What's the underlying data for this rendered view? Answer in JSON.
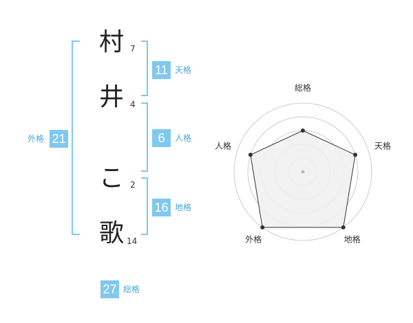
{
  "name_chars": [
    {
      "char": "村",
      "strokes": "7"
    },
    {
      "char": "井",
      "strokes": "4"
    },
    {
      "char": "こ",
      "strokes": "2"
    },
    {
      "char": "歌",
      "strokes": "14"
    }
  ],
  "fortunes": {
    "tenkaku": {
      "label": "天格",
      "value": "11"
    },
    "jinkaku": {
      "label": "人格",
      "value": "6"
    },
    "chikaku": {
      "label": "地格",
      "value": "16"
    },
    "gaikaku": {
      "label": "外格",
      "value": "21"
    },
    "soukaku": {
      "label": "総格",
      "value": "27"
    }
  },
  "chart_data": {
    "type": "radar",
    "axes": [
      "総格",
      "天格",
      "地格",
      "外格",
      "人格"
    ],
    "values": [
      3,
      4,
      5,
      5,
      4
    ],
    "max": 5,
    "rings": 5,
    "colors": {
      "fill": "#f0f0f0",
      "line": "#333333",
      "ring": "#cccccc",
      "center": "#bbbbbb"
    }
  },
  "colors": {
    "bracket": "#7fc8f0",
    "badge": "#7fc8f0",
    "label": "#4aa8e0"
  }
}
